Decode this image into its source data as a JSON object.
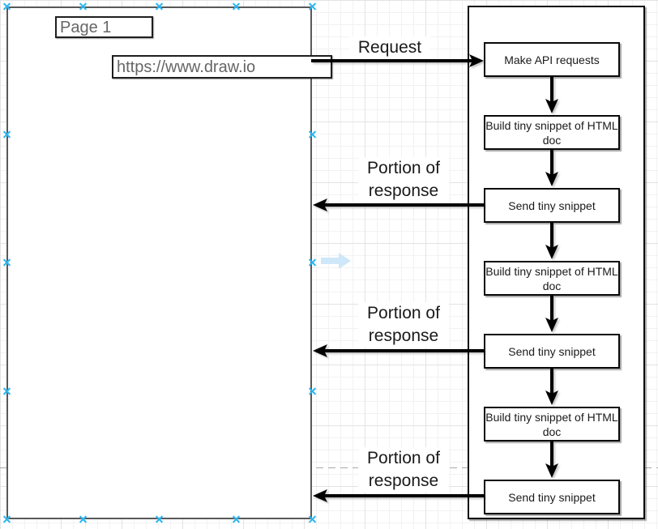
{
  "diagram": {
    "browser_window": {
      "page_tab_label": "Page 1",
      "url": "https://www.draw.io"
    },
    "server_flow": {
      "steps": [
        "Make API requests",
        "Build tiny snippet of HTML doc",
        "Send tiny snippet",
        "Build tiny snippet of HTML doc",
        "Send tiny snippet",
        "Build tiny snippet of HTML doc",
        "Send tiny snippet"
      ]
    },
    "edge_labels": {
      "request": "Request",
      "response": "Portion of\nresponse"
    }
  },
  "colors": {
    "shape_border": "#0a0a0a",
    "browser_frame_border": "#595959",
    "muted_text": "#666666",
    "label_text": "#1a1a1a",
    "connection_point_accent": "#29b6f2",
    "direction_hint_fill": "#cfe8f9",
    "page_break_line": "#a9a9a9",
    "arrow_color": "#000000"
  }
}
